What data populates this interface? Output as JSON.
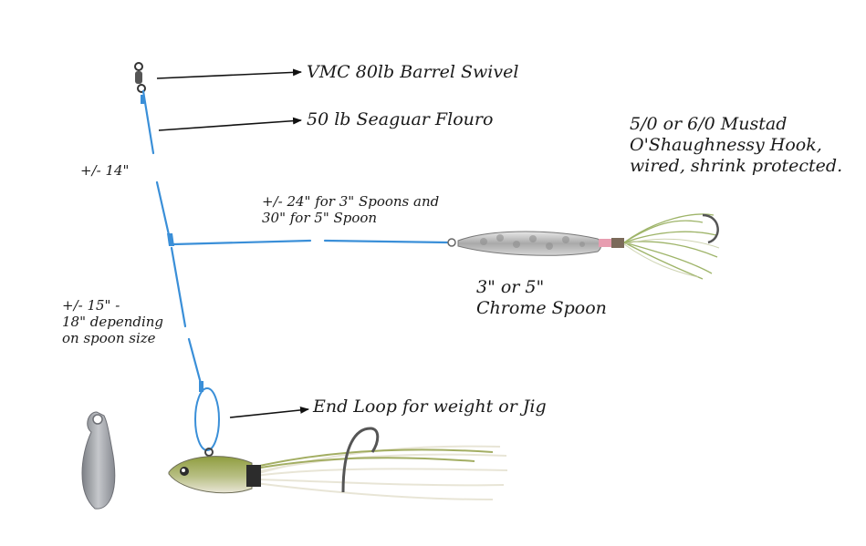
{
  "labels": {
    "swivel": "VMC 80lb Barrel Swivel",
    "fluoro": "50 lb Seaguar Flouro",
    "hook_line1": "5/0 or 6/0 Mustad",
    "hook_line2": "O'Shaughnessy Hook,",
    "hook_line3": "wired, shrink protected.",
    "len_upper": "+/- 14\"",
    "len_spoon_line1": "+/- 24\" for 3\" Spoons and",
    "len_spoon_line2": "30\" for 5\" Spoon",
    "spoon_line1": "3\" or 5\"",
    "spoon_line2": "Chrome Spoon",
    "len_lower_line1": "+/- 15\" -",
    "len_lower_line2": "18\" depending",
    "len_lower_line3": "on spoon size",
    "end_loop": "End Loop for weight or Jig"
  },
  "colors": {
    "line": "#3a8fd8",
    "arrow": "#111111",
    "spoon": "#b9b9b9",
    "skirt": "#8ea84f",
    "jig_body": "#8c9a3e",
    "weight": "#9a9ca0"
  },
  "icons": [
    "barrel-swivel-icon",
    "chrome-spoon-icon",
    "bucktail-jig-icon",
    "sinker-weight-icon"
  ]
}
